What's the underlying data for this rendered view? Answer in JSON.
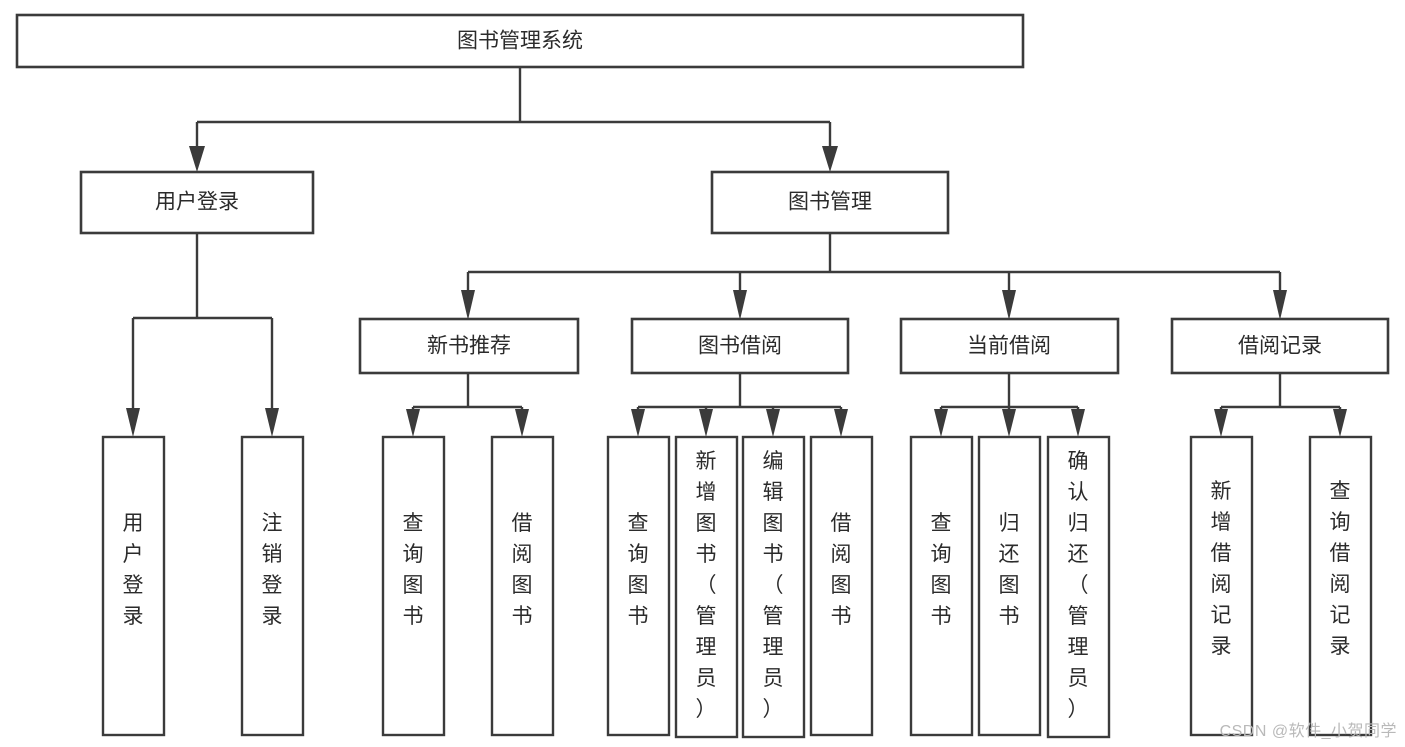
{
  "diagram": {
    "type": "tree-hierarchy",
    "title": "图书管理系统",
    "watermark": "CSDN @软件_小贺同学",
    "root": {
      "id": "root",
      "label": "图书管理系统",
      "orientation": "horizontal"
    },
    "level2": [
      {
        "id": "user-login",
        "label": "用户登录",
        "orientation": "horizontal"
      },
      {
        "id": "book-manage",
        "label": "图书管理",
        "orientation": "horizontal"
      }
    ],
    "level3": [
      {
        "id": "new-book-recommend",
        "label": "新书推荐",
        "parent": "book-manage",
        "orientation": "horizontal"
      },
      {
        "id": "book-borrow",
        "label": "图书借阅",
        "parent": "book-manage",
        "orientation": "horizontal"
      },
      {
        "id": "current-borrow",
        "label": "当前借阅",
        "parent": "book-manage",
        "orientation": "horizontal"
      },
      {
        "id": "borrow-record",
        "label": "借阅记录",
        "parent": "book-manage",
        "orientation": "horizontal"
      }
    ],
    "leaves": [
      {
        "id": "leaf-user-login",
        "label": "用户登录",
        "parent": "user-login",
        "orientation": "vertical"
      },
      {
        "id": "leaf-user-logout",
        "label": "注销登录",
        "parent": "user-login",
        "orientation": "vertical"
      },
      {
        "id": "leaf-query-book-1",
        "label": "查询图书",
        "parent": "new-book-recommend",
        "orientation": "vertical"
      },
      {
        "id": "leaf-borrow-book-1",
        "label": "借阅图书",
        "parent": "new-book-recommend",
        "orientation": "vertical"
      },
      {
        "id": "leaf-query-book-2",
        "label": "查询图书",
        "parent": "book-borrow",
        "orientation": "vertical"
      },
      {
        "id": "leaf-add-book",
        "label": "新增图书（管理员）",
        "parent": "book-borrow",
        "orientation": "vertical"
      },
      {
        "id": "leaf-edit-book",
        "label": "编辑图书（管理员）",
        "parent": "book-borrow",
        "orientation": "vertical"
      },
      {
        "id": "leaf-borrow-book-2",
        "label": "借阅图书",
        "parent": "book-borrow",
        "orientation": "vertical"
      },
      {
        "id": "leaf-query-book-3",
        "label": "查询图书",
        "parent": "current-borrow",
        "orientation": "vertical"
      },
      {
        "id": "leaf-return-book",
        "label": "归还图书",
        "parent": "current-borrow",
        "orientation": "vertical"
      },
      {
        "id": "leaf-confirm-return",
        "label": "确认归还（管理员）",
        "parent": "current-borrow",
        "orientation": "vertical"
      },
      {
        "id": "leaf-add-record",
        "label": "新增借阅记录",
        "parent": "borrow-record",
        "orientation": "vertical"
      },
      {
        "id": "leaf-query-record",
        "label": "查询借阅记录",
        "parent": "borrow-record",
        "orientation": "vertical"
      }
    ],
    "colors": {
      "stroke": "#3b3b3b",
      "fill": "#ffffff",
      "text": "#2b2b2b",
      "watermark": "#b9b9b9",
      "background": "#ffffff"
    }
  }
}
